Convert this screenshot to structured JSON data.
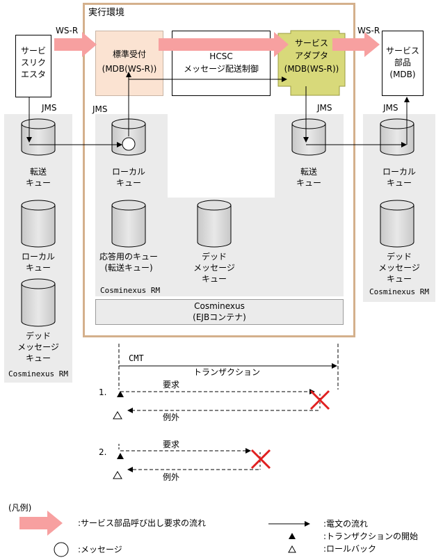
{
  "environment": {
    "title": "実行環境"
  },
  "top_labels": {
    "ws_r_left": "WS-R",
    "ws_r_right": "WS-R"
  },
  "client": {
    "lines": [
      "サービ",
      "スリク",
      "エスタ"
    ],
    "jms": "JMS"
  },
  "reception": {
    "lines": [
      "標準受付",
      "(MDB(WS-R))"
    ],
    "jms": "JMS"
  },
  "hcsc": {
    "lines": [
      "HCSC",
      "メッセージ配送制御"
    ]
  },
  "adapter": {
    "lines": [
      "サービス",
      "アダプタ",
      "(MDB(WS-R))"
    ],
    "jms": "JMS"
  },
  "service": {
    "lines": [
      "サービス",
      "部品",
      "(MDB)"
    ],
    "jms": "JMS"
  },
  "left_rm": {
    "queues": [
      {
        "lines": [
          "転送",
          "キュー"
        ]
      },
      {
        "lines": [
          "ローカル",
          "キュー"
        ]
      },
      {
        "lines": [
          "デッド",
          "メッセージ",
          "キュー"
        ]
      }
    ],
    "footer": "Cosminexus RM"
  },
  "center_rm": {
    "local_queue": {
      "lines": [
        "ローカル",
        "キュー"
      ]
    },
    "reply_queue": {
      "lines": [
        "応答用のキュー",
        "(転送キュー)"
      ]
    },
    "dead_queue": {
      "lines": [
        "デッド",
        "メッセージ",
        "キュー"
      ]
    },
    "transfer_queue": {
      "lines": [
        "転送",
        "キュー"
      ]
    },
    "footer": "Cosminexus RM"
  },
  "ejb": {
    "lines": [
      "Cosminexus",
      "(EJBコンテナ)"
    ]
  },
  "right_rm": {
    "queues": [
      {
        "lines": [
          "ローカル",
          "キュー"
        ]
      },
      {
        "lines": [
          "デッド",
          "メッセージ",
          "キュー"
        ]
      }
    ],
    "footer": "Cosminexus RM"
  },
  "transaction": {
    "cmt": "CMT",
    "label": "トランザクション",
    "case1": {
      "number": "1.",
      "request": "要求",
      "exception": "例外"
    },
    "case2": {
      "number": "2.",
      "request": "要求",
      "exception": "例外"
    }
  },
  "legend": {
    "title": "(凡例)",
    "call_flow": ":サービス部品呼び出し要求の流れ",
    "message": ":メッセージ",
    "telegram_flow": ":電文の流れ",
    "tx_start": ":トランザクションの開始",
    "rollback": ":ロールバック"
  },
  "colors": {
    "big_arrow": "#f7a0a0",
    "environment_border": "#d4b08c",
    "reception_fill": "#fbe3d2",
    "adapter_fill": "#d8d97a",
    "rm_fill": "#ebebeb",
    "cross": "#e02020"
  }
}
